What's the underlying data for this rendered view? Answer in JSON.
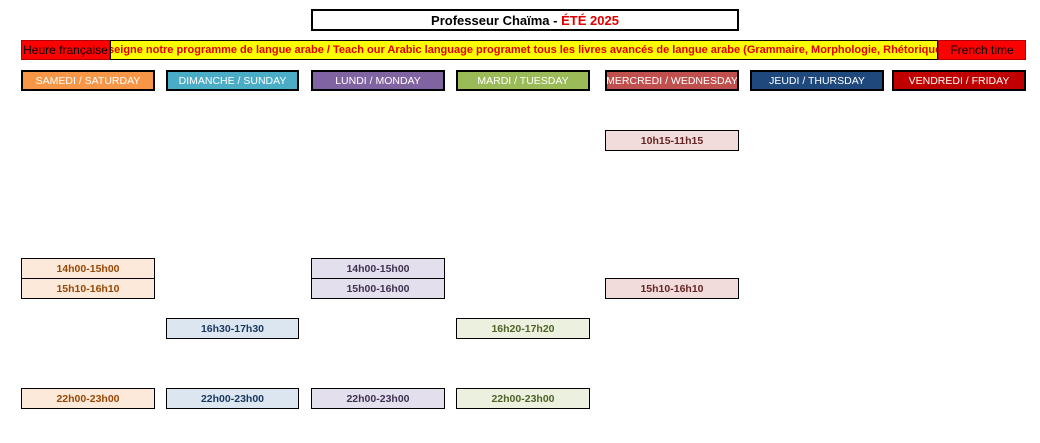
{
  "header": {
    "title_prefix": "Professeur Chaïma - ",
    "title_accent": "ÉTÉ 2025",
    "left_label": "Heure française",
    "banner": "Enseigne notre programme de langue arabe / Teach our Arabic language programet tous les livres avancés de langue arabe (Grammaire, Morphologie, Rhétorique...)",
    "right_label": "French time"
  },
  "days": [
    {
      "label": "SAMEDI / SATURDAY",
      "color": "#f79646",
      "light": "#fde9d9",
      "text": "#974806"
    },
    {
      "label": "DIMANCHE / SUNDAY",
      "color": "#4bacc6",
      "light": "#dce6f1",
      "text": "#17375e"
    },
    {
      "label": "LUNDI / MONDAY",
      "color": "#8064a2",
      "light": "#e4dfec",
      "text": "#3f3151"
    },
    {
      "label": "MARDI / TUESDAY",
      "color": "#9bbb59",
      "light": "#ebf1de",
      "text": "#4f6228"
    },
    {
      "label": "MERCREDI / WEDNESDAY",
      "color": "#c0504d",
      "light": "#f2dcdb",
      "text": "#632523"
    },
    {
      "label": "JEUDI / THURSDAY",
      "color": "#1f497d",
      "light": "#dce6f1",
      "text": "#17375e"
    },
    {
      "label": "VENDREDI / FRIDAY",
      "color": "#c00000",
      "light": "#f2dcdb",
      "text": "#632523"
    }
  ],
  "slots": [
    {
      "day": 4,
      "time": "10h15-11h15"
    },
    {
      "day": 0,
      "time": "14h00-15h00"
    },
    {
      "day": 2,
      "time": "14h00-15h00"
    },
    {
      "day": 0,
      "time": "15h10-16h10"
    },
    {
      "day": 2,
      "time": "15h00-16h00"
    },
    {
      "day": 4,
      "time": "15h10-16h10"
    },
    {
      "day": 1,
      "time": "16h30-17h30"
    },
    {
      "day": 3,
      "time": "16h20-17h20"
    },
    {
      "day": 0,
      "time": "22h00-23h00"
    },
    {
      "day": 1,
      "time": "22h00-23h00"
    },
    {
      "day": 2,
      "time": "22h00-23h00"
    },
    {
      "day": 3,
      "time": "22h00-23h00"
    }
  ]
}
